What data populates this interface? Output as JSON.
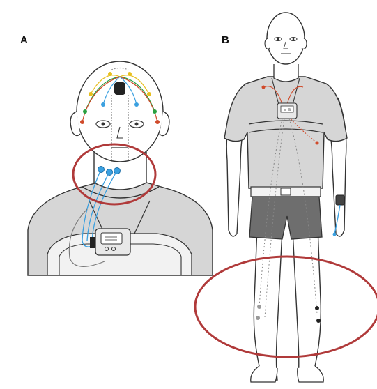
{
  "panels": [
    {
      "id": "A",
      "label": "A"
    },
    {
      "id": "B",
      "label": "B"
    }
  ],
  "device": {
    "screen_text": "≡ ⊟"
  },
  "colors": {
    "highlight_ring": "#b03a3a",
    "shirt_fill": "#d6d6d6",
    "shorts_fill": "#6e6e6e",
    "electrode_blue": "#3aa0e0",
    "lead_red": "#d04a2a",
    "outline": "#333333"
  },
  "electrode_colors": [
    "#e8c020",
    "#3aa0e0",
    "#2aa040",
    "#d04a2a",
    "#9a9a9a"
  ]
}
